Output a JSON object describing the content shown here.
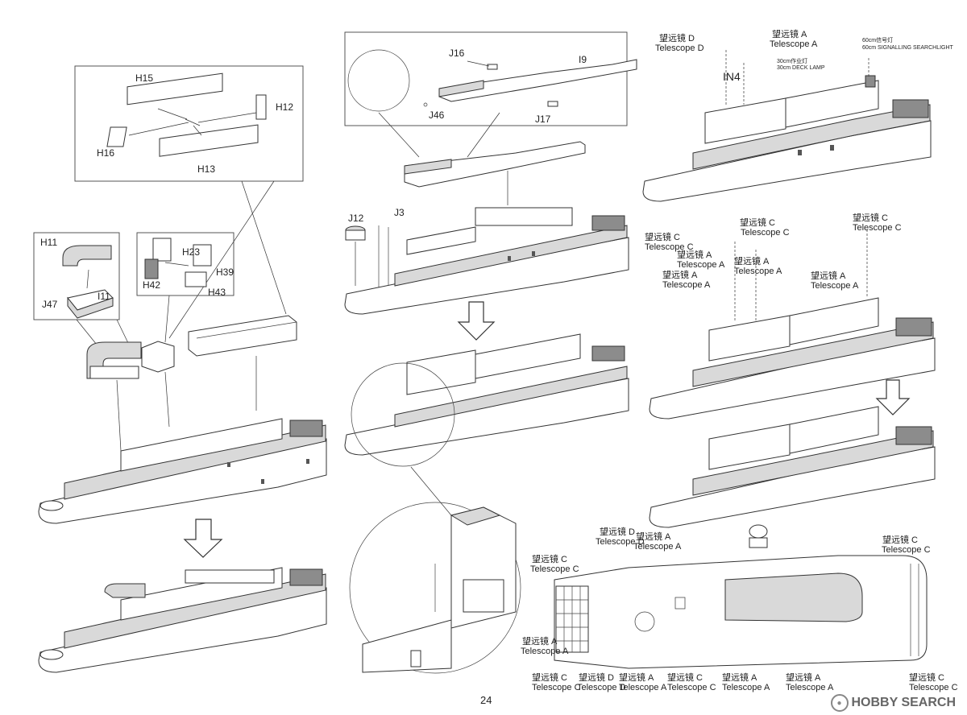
{
  "page": {
    "number": "24"
  },
  "step1": {
    "box_parts": {
      "h15": "H15",
      "h12": "H12",
      "h16": "H16",
      "h13": "H13"
    },
    "box_left": {
      "h11": "H11",
      "i11": "I11",
      "j47": "J47"
    },
    "box_mid": {
      "h23": "H23",
      "h39": "H39",
      "h42": "H42",
      "h43": "H43"
    }
  },
  "step2": {
    "box_parts": {
      "j16": "J16",
      "i9": "I9",
      "j46": "J46",
      "j17": "J17"
    },
    "parts": {
      "j12": "J12",
      "j3": "J3"
    }
  },
  "step3": {
    "telescope_d": "望远镜 D\nTelescope D",
    "telescope_a": "望远镜 A\nTelescope A",
    "searchlight": "60cm信号灯\n60cm SIGNALLING SEARCHLIGHT",
    "deck_lamp": "30cm作业灯\n30cm DECK LAMP",
    "in4": "IN4"
  },
  "step4": {
    "telescope_c": "望远镜 C\nTelescope C",
    "telescope_a": "望远镜 A\nTelescope A"
  },
  "deck_plan": {
    "telescope_c": "望远镜 C\nTelescope C",
    "telescope_d": "望远镜 D\nTelescope D",
    "telescope_a": "望远镜 A\nTelescope A"
  },
  "labels": {
    "tel_d_cn": "望远镜 D",
    "tel_d_en": "Telescope D",
    "tel_a_cn": "望远镜 A",
    "tel_a_en": "Telescope A",
    "tel_c_cn": "望远镜 C",
    "tel_c_en": "Telescope C",
    "lamp_cn": "30cm作业灯",
    "lamp_en": "30cm  DECK  LAMP",
    "search_cn": "60cm信号灯",
    "search_en": "60cm  SIGNALLING SEARCHLIGHT",
    "in4": "IN4"
  },
  "watermark": {
    "text": "HOBBY SEARCH"
  }
}
